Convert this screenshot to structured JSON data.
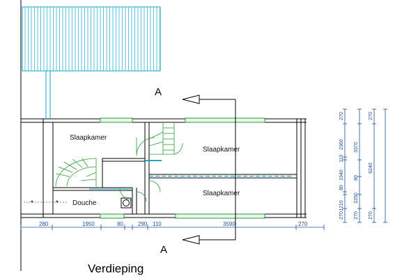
{
  "drawing": {
    "title": "Verdieping",
    "section_marker_top": "A",
    "section_marker_bottom": "A"
  },
  "rooms": {
    "slaapkamer_left": "Slaapkamer",
    "slaapkamer_right_top": "Slaapkamer",
    "slaapkamer_right_bottom": "Slaapkamer",
    "douche": "Douche"
  },
  "bottom_dimensions": [
    "280",
    "1950",
    "80",
    "290",
    "110",
    "3590",
    "270"
  ],
  "right_dimensions": {
    "col1": [
      "270",
      "2360",
      "110",
      "1940",
      "80",
      "1210",
      "270"
    ],
    "col2": [
      "3370",
      "80",
      "2250",
      "270"
    ],
    "col3": [
      "270",
      "6240",
      "270"
    ]
  },
  "colors": {
    "wall": "#000000",
    "glazing": "#1aa6c9",
    "window": "#2e9a3a",
    "dimension": "#1b4f9c"
  }
}
